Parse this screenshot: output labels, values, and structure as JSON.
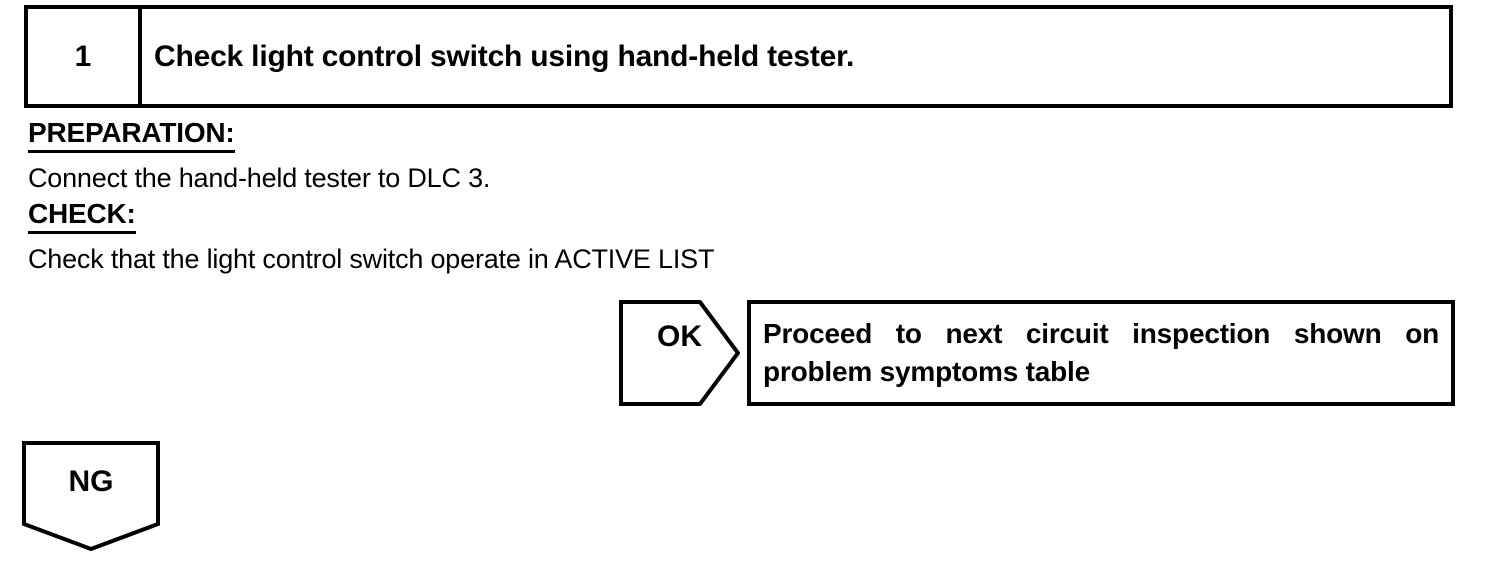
{
  "page": {
    "ink_color": "#000000",
    "bg_color": "#ffffff"
  },
  "step": {
    "number": "1",
    "title": "Check light control switch using hand-held tester."
  },
  "sections": [
    {
      "heading": "PREPARATION:",
      "body": "Connect the hand-held tester to DLC 3."
    },
    {
      "heading": "CHECK:",
      "body": "Check that the light control switch operate in ACTIVE LIST"
    }
  ],
  "ok_branch": {
    "label": "OK",
    "action_line1": "Proceed to next circuit inspection shown on",
    "action_line2": "problem symptoms table"
  },
  "ng_branch": {
    "label": "NG"
  }
}
